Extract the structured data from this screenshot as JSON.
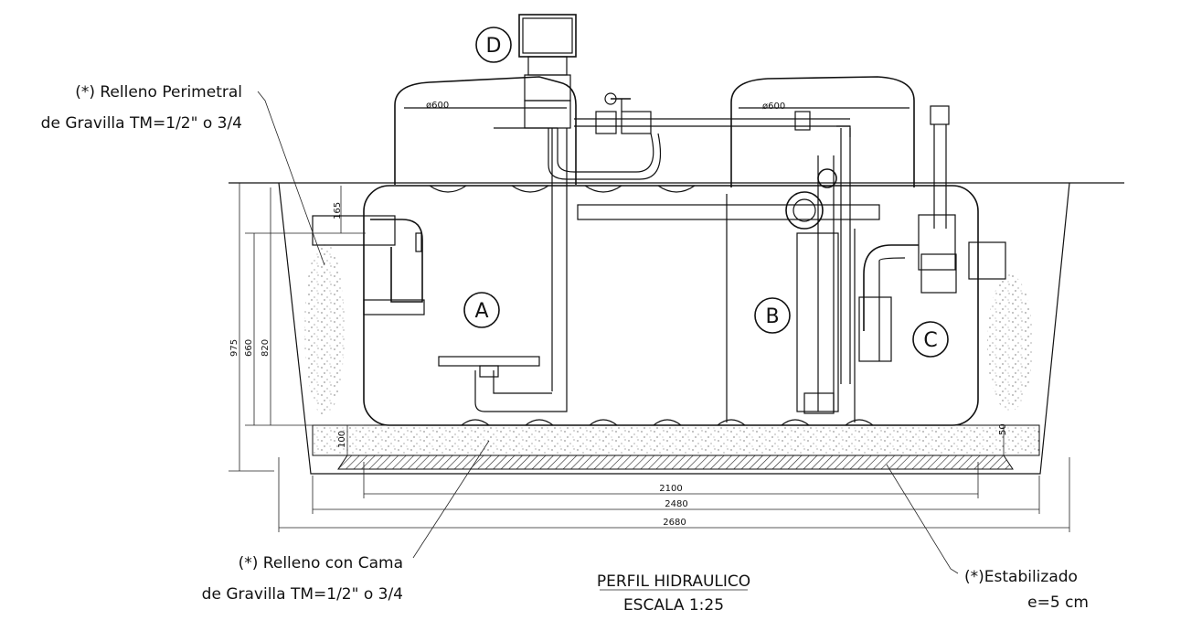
{
  "annotations": {
    "perimeter_fill_line1": "(*) Relleno Perimetral",
    "perimeter_fill_line2": "de Gravilla TM=1/2\" o 3/4",
    "bed_fill_line1": "(*) Relleno con Cama",
    "bed_fill_line2": "de Gravilla TM=1/2\" o 3/4",
    "stabilized_line1": "(*)Estabilizado",
    "stabilized_line2": "e=5 cm"
  },
  "title": {
    "main": "PERFIL HIDRAULICO",
    "scale": "ESCALA 1:25"
  },
  "tank_labels": {
    "a": "A",
    "b": "B",
    "c": "C",
    "d": "D"
  },
  "dimensions": {
    "lid_left": "ø600",
    "lid_right": "ø600",
    "d165": "165",
    "d975": "975",
    "d660": "660",
    "d820": "820",
    "d100": "100",
    "d50": "50",
    "d2100": "2100",
    "d2480": "2480",
    "d2680": "2680"
  }
}
